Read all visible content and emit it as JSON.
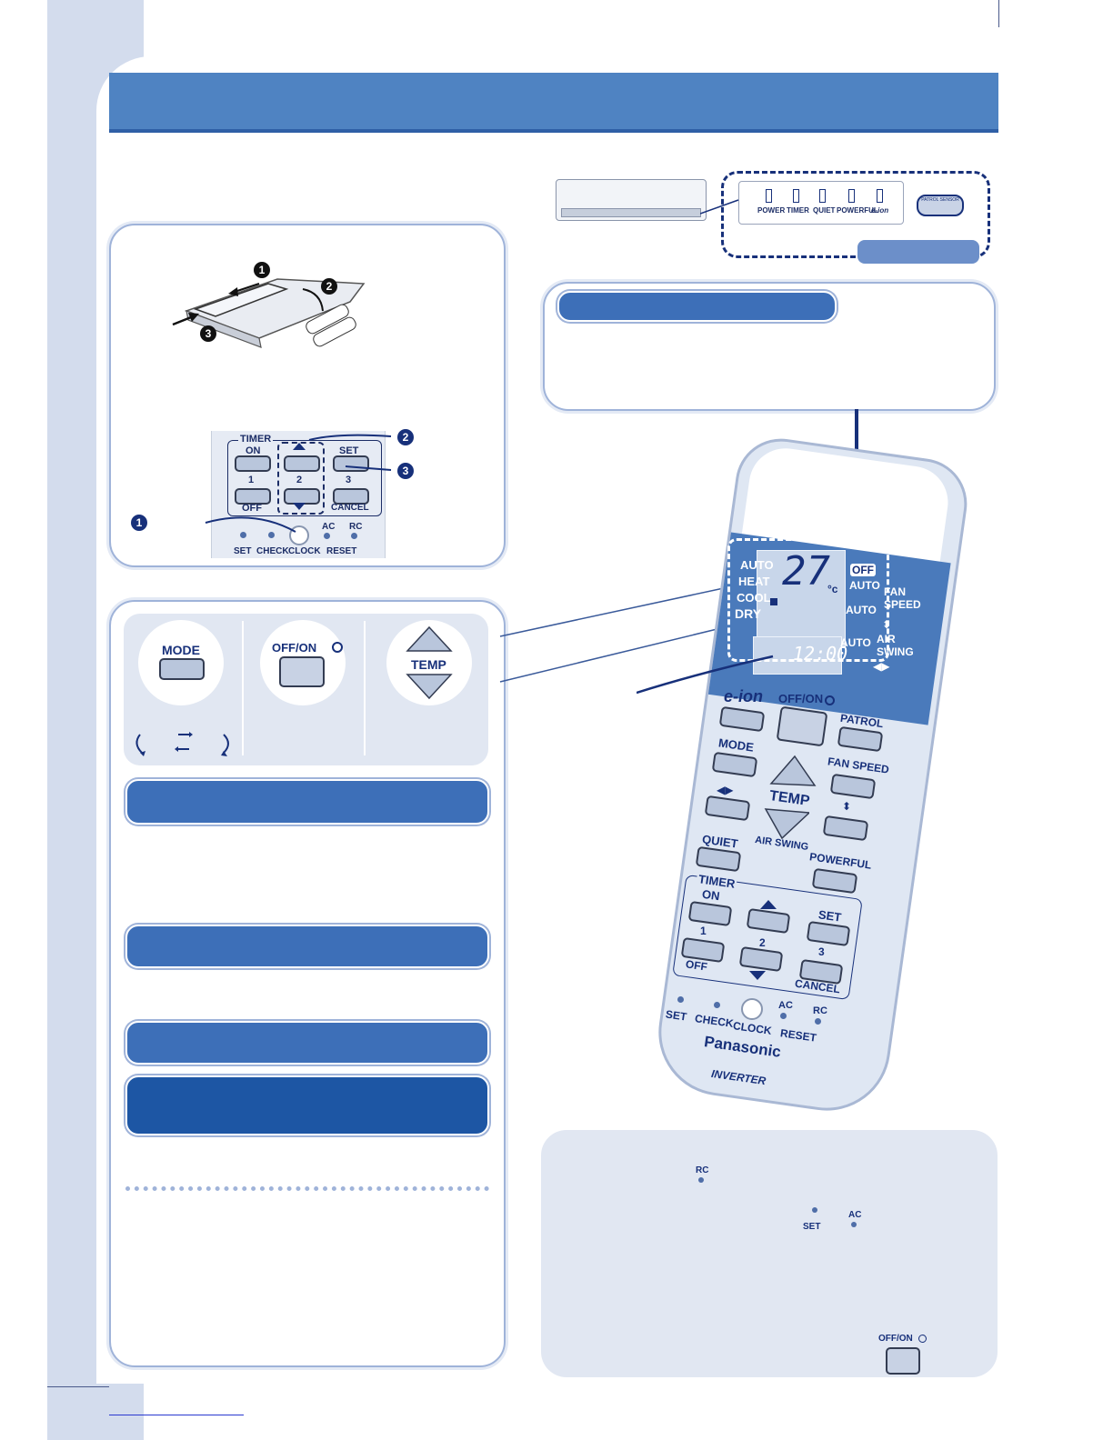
{
  "battery_panel": {
    "steps": [
      "1",
      "2",
      "3"
    ]
  },
  "clock_panel": {
    "timer": "TIMER",
    "on": "ON",
    "one": "1",
    "off": "OFF",
    "two": "2",
    "set": "SET",
    "three": "3",
    "cancel": "CANCEL",
    "ac": "AC",
    "rc": "RC",
    "set_hole": "SET",
    "check": "CHECK",
    "clock": "CLOCK",
    "reset": "RESET",
    "callouts": [
      "2",
      "3",
      "1"
    ]
  },
  "unit_indicator": {
    "lamps": [
      "POWER",
      "TIMER",
      "QUIET",
      "POWERFUL",
      "e-ion"
    ],
    "sensor": "PATROL SENSOR"
  },
  "button_strip": {
    "mode": "MODE",
    "offon": "OFF/ON",
    "temp": "TEMP"
  },
  "remote": {
    "modes": [
      "AUTO",
      "HEAT",
      "COOL",
      "DRY"
    ],
    "temp": "27",
    "unit": "°c",
    "off": "OFF",
    "fan_auto": "AUTO",
    "fan_label": "FAN SPEED",
    "swing_auto1": "AUTO",
    "swing_auto2": "AUTO",
    "swing_label": "AIR SWING",
    "time": "12:00",
    "eion": "e-ion",
    "offon": "OFF/ON",
    "patrol": "PATROL",
    "mode": "MODE",
    "fan_speed": "FAN SPEED",
    "temp_label": "TEMP",
    "air_swing": "AIR SWING",
    "quiet": "QUIET",
    "powerful": "POWERFUL",
    "timer": "TIMER",
    "on": "ON",
    "one": "1",
    "off_btn": "OFF",
    "two": "2",
    "set": "SET",
    "three": "3",
    "cancel": "CANCEL",
    "set_hole": "SET",
    "check": "CHECK",
    "clock": "CLOCK",
    "ac": "AC",
    "rc": "RC",
    "reset": "RESET",
    "brand": "Panasonic",
    "inverter": "INVERTER"
  },
  "reset_panel": {
    "rc": "RC",
    "set": "SET",
    "ac": "AC",
    "offon": "OFF/ON"
  }
}
